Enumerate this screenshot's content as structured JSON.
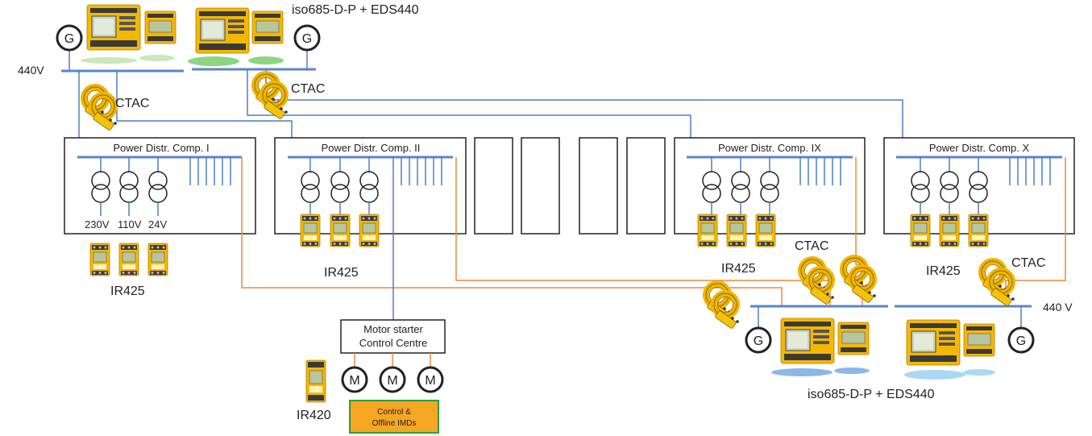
{
  "labels": {
    "top_system": "iso685-D-P + EDS440",
    "bottom_system": "iso685-D-P + EDS440",
    "voltage_left": "440V",
    "voltage_right": "440 V",
    "ctac": "CTAC",
    "generator": "G",
    "motor": "M",
    "ir425": "IR425",
    "ir420": "IR420"
  },
  "distribution_compartments": [
    "Power Distr. Comp. I",
    "Power Distr. Comp. II",
    "Power Distr. Comp. IX",
    "Power Distr. Comp. X"
  ],
  "transformer_outputs": [
    "230V",
    "110V",
    "24V"
  ],
  "motor_control_centre": {
    "line1": "Motor starter",
    "line2": "Control Centre"
  },
  "control_box": {
    "line1": "Control &",
    "line2": "Offline IMDs"
  },
  "colors": {
    "bus_blue": "#5b86c4",
    "wire_orange": "#ee8a3a",
    "device_yellow": "#f5b800",
    "device_screen": "#b8c6a0",
    "control_box_fill": "#f5a623",
    "control_box_border": "#2e9e3e"
  }
}
